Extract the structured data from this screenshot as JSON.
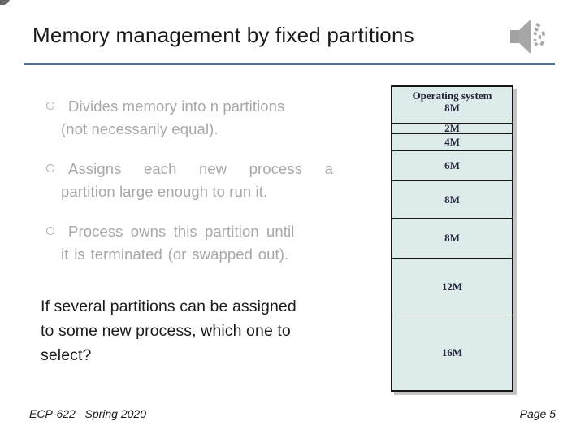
{
  "header": {
    "title": "Memory management by fixed partitions",
    "audio_icon": "speaker"
  },
  "colors": {
    "divider": "#566f88",
    "bullet_text": "#a8a8a8",
    "body_text": "#1b1b1b",
    "diagram_fill": "#ddeceb",
    "diagram_border": "#161616",
    "diagram_text": "#22223a",
    "diagram_shadow": "#c4c4c4",
    "icon_gray": "#a2a2a2"
  },
  "bullets": [
    {
      "lines": [
        "Divides memory into n partitions",
        "(not necessarily equal)."
      ]
    },
    {
      "lines": [
        "Assigns each new process a",
        "partition large enough to run it."
      ]
    },
    {
      "lines": [
        "Process owns this partition until",
        "it is terminated (or swapped out)."
      ]
    }
  ],
  "question": {
    "lines": [
      "If several partitions can be assigned",
      "to some new process, which one to",
      "select?"
    ]
  },
  "memory_diagram": {
    "partitions": [
      {
        "label": "Operating system",
        "size": "8M"
      },
      {
        "size": "2M"
      },
      {
        "size": "4M"
      },
      {
        "size": "6M"
      },
      {
        "size": "8M"
      },
      {
        "size": "8M"
      },
      {
        "size": "12M"
      },
      {
        "size": "16M"
      }
    ]
  },
  "footer": {
    "course": "ECP-622– Spring 2020",
    "page": "Page 5"
  }
}
